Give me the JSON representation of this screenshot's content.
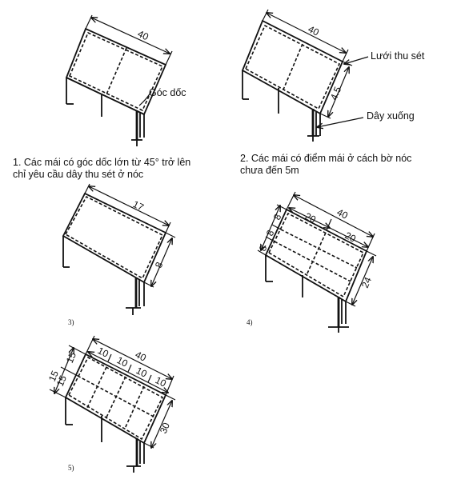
{
  "fig1": {
    "dims": {
      "length": "40"
    },
    "label": "Góc dốc",
    "caption": [
      "1. Các mái có góc dốc lớn từ 45° trở lên",
      "chỉ yêu cầu dây thu sét ở nóc"
    ]
  },
  "fig2": {
    "dims": {
      "length": "40",
      "edge": "4.5"
    },
    "labels": {
      "mesh": "Lưới thu sét",
      "down": "Dây xuống"
    },
    "caption": [
      "2. Các mái có điểm mái ở cách bờ nóc",
      "chưa đến 5m"
    ]
  },
  "fig3": {
    "number": "3)",
    "dims": {
      "length": "17",
      "width": "8"
    }
  },
  "fig4": {
    "number": "4)",
    "dims": {
      "total": "40",
      "left": "20",
      "right": "20",
      "side": "24",
      "v1": "8",
      "v2": "8",
      "v3": "8"
    }
  },
  "fig5": {
    "number": "5)",
    "dims": {
      "total": "40",
      "s1": "10",
      "s2": "10",
      "s3": "10",
      "s4": "10",
      "side": "30",
      "v1": "15",
      "v2": "15",
      "v3": "15"
    }
  }
}
